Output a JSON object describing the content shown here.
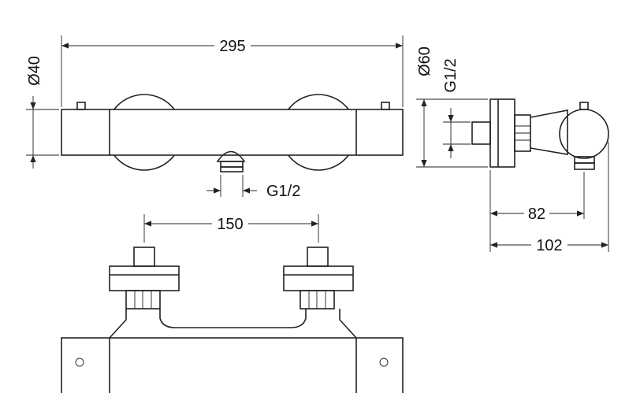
{
  "dimensions": {
    "overall_length": "295",
    "body_diameter": "Ø40",
    "rosette_diameter": "Ø60",
    "side_thread": "G1/2",
    "outlet_thread": "G1/2",
    "inlet_spacing": "150",
    "depth_outlet": "82",
    "depth_total": "102"
  }
}
